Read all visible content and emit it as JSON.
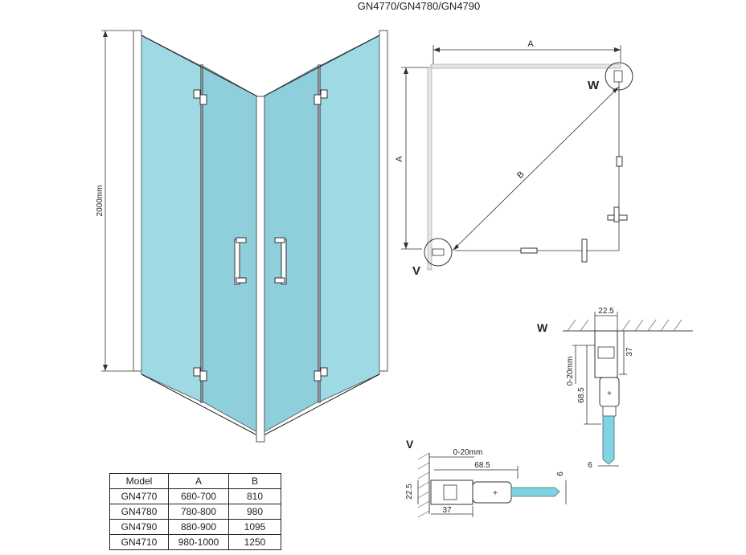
{
  "title": "GN4770/GN4780/GN4790",
  "height_label": "2000mm",
  "plan": {
    "dim_a_top": "A",
    "dim_a_side": "A",
    "dim_b": "B",
    "detail_w": "W",
    "detail_v": "V"
  },
  "detail_w": {
    "label": "W",
    "dims": {
      "width": "22.5",
      "top_depth": "37",
      "adjust": "0-20mm",
      "length": "68.5",
      "glass": "6"
    }
  },
  "detail_v": {
    "label": "V",
    "dims": {
      "adjust": "0-20mm",
      "length": "68.5",
      "glass": "6",
      "height": "22.5",
      "depth": "37"
    }
  },
  "table": {
    "headers": [
      "Model",
      "A",
      "B"
    ],
    "rows": [
      [
        "GN4770",
        "680-700",
        "810"
      ],
      [
        "GN4780",
        "780-800",
        "980"
      ],
      [
        "GN4790",
        "880-900",
        "1095"
      ],
      [
        "GN4710",
        "980-1000",
        "1250"
      ]
    ]
  }
}
